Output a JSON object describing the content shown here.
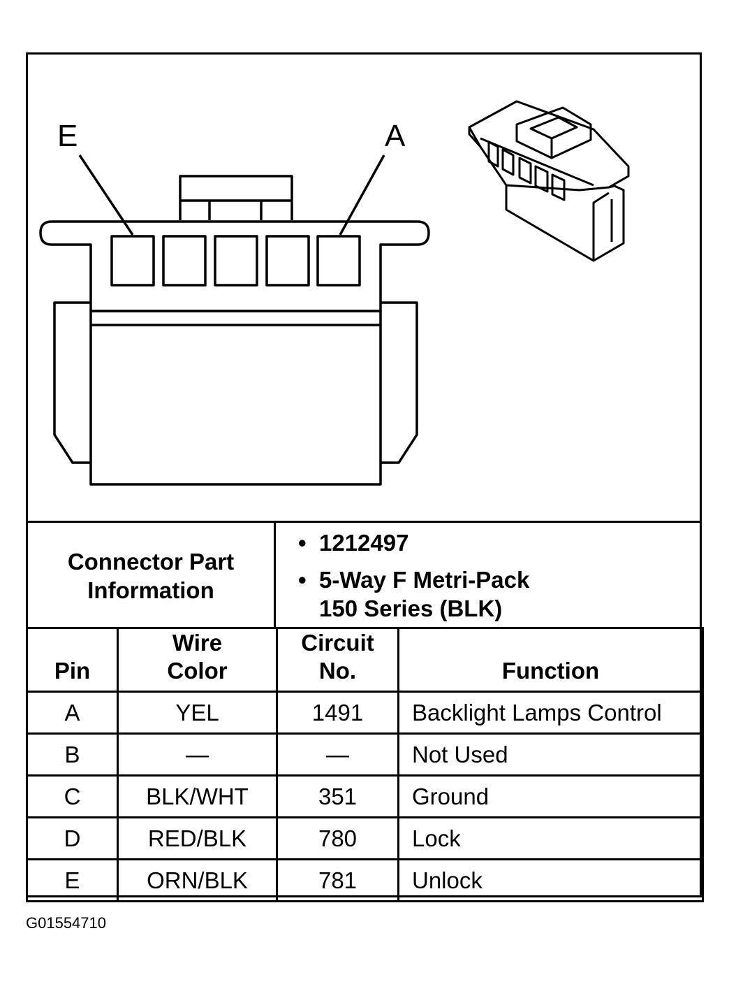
{
  "connector": {
    "pin_label_left": "E",
    "pin_label_right": "A"
  },
  "part_info": {
    "label_line1": "Connector Part",
    "label_line2": "Information",
    "bullet": "•",
    "part_number": "1212497",
    "description_line1": "5-Way F Metri-Pack",
    "description_line2": "150 Series (BLK)"
  },
  "table": {
    "headers": {
      "pin": "Pin",
      "wire_color_line1": "Wire",
      "wire_color_line2": "Color",
      "circuit_line1": "Circuit",
      "circuit_line2": "No.",
      "function": "Function"
    },
    "rows": [
      {
        "pin": "A",
        "wire_color": "YEL",
        "circuit": "1491",
        "function": "Backlight Lamps Control"
      },
      {
        "pin": "B",
        "wire_color": "—",
        "circuit": "—",
        "function": "Not Used"
      },
      {
        "pin": "C",
        "wire_color": "BLK/WHT",
        "circuit": "351",
        "function": "Ground"
      },
      {
        "pin": "D",
        "wire_color": "RED/BLK",
        "circuit": "780",
        "function": "Lock"
      },
      {
        "pin": "E",
        "wire_color": "ORN/BLK",
        "circuit": "781",
        "function": "Unlock"
      }
    ]
  },
  "figure_id": "G01554710"
}
